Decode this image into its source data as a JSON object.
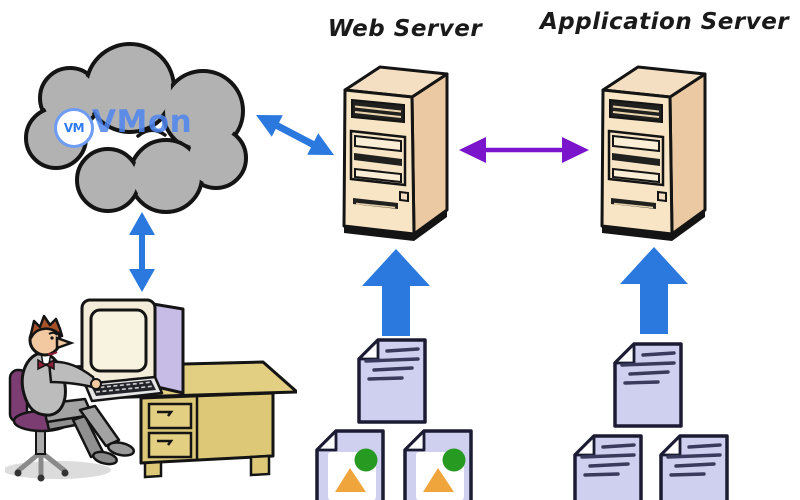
{
  "diagram": {
    "type": "web-architecture-diagram",
    "labels": {
      "web_server": "Web Server",
      "application_server": "Application Server"
    },
    "watermark": {
      "badge": "VM",
      "name": "VMon"
    },
    "nodes": [
      {
        "id": "internet-cloud",
        "kind": "cloud-icon"
      },
      {
        "id": "user-workstation",
        "kind": "person-at-computer-illustration"
      },
      {
        "id": "web-server",
        "kind": "server-tower-icon",
        "label": "Web Server"
      },
      {
        "id": "application-server",
        "kind": "server-tower-icon",
        "label": "Application Server"
      },
      {
        "id": "web-server-content",
        "kind": "file-group",
        "files": [
          "text-document",
          "image-document",
          "image-document"
        ]
      },
      {
        "id": "application-server-content",
        "kind": "file-group",
        "files": [
          "text-document",
          "text-document",
          "text-document"
        ]
      }
    ],
    "connections": [
      {
        "from": "user-workstation",
        "to": "internet-cloud",
        "direction": "bidirectional",
        "style": "thin-double-arrow",
        "color": "#2b79de"
      },
      {
        "from": "internet-cloud",
        "to": "web-server",
        "direction": "bidirectional",
        "style": "thick-double-arrow",
        "color": "#2b79de"
      },
      {
        "from": "web-server",
        "to": "application-server",
        "direction": "bidirectional",
        "style": "thin-double-arrow",
        "color": "#7a15cc"
      },
      {
        "from": "web-server-content",
        "to": "web-server",
        "direction": "up",
        "style": "block-arrow",
        "color": "#2b79de"
      },
      {
        "from": "application-server-content",
        "to": "application-server",
        "direction": "up",
        "style": "block-arrow",
        "color": "#2b79de"
      }
    ],
    "colors": {
      "arrow_blue": "#2b79de",
      "arrow_purple": "#7a15cc",
      "cloud_gray": "#b2b2b2",
      "server_front": "#f8e5c6",
      "server_side": "#ebc9a2",
      "document_fill": "#cfcfef",
      "document_outline": "#1b1b33",
      "watermark_blue": "#4e86ef",
      "image_triangle_orange": "#f0a43c",
      "image_circle_green": "#279a22",
      "desk_tan": "#e0cb7d",
      "monitor_side_lavender": "#c6bce6"
    }
  }
}
